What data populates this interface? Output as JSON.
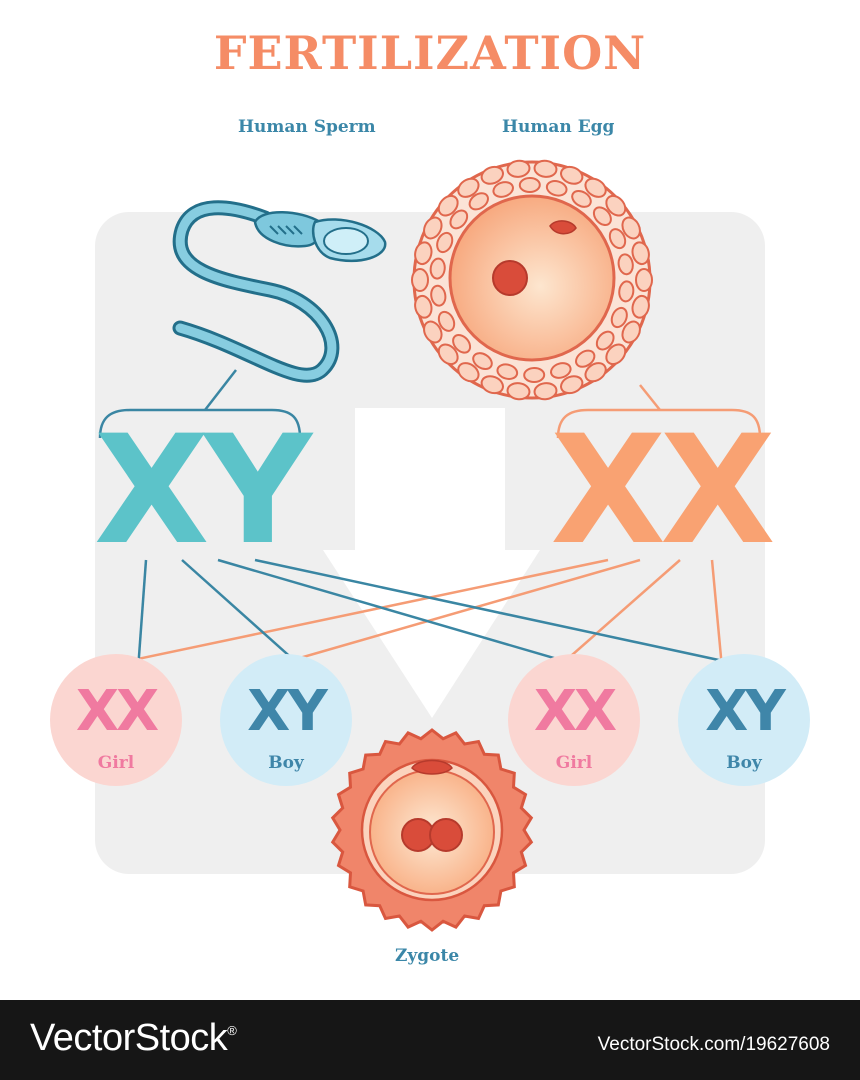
{
  "title": "FERTILIZATION",
  "labels": {
    "sperm": "Human Sperm",
    "egg": "Human Egg",
    "zygote": "Zygote"
  },
  "parents": {
    "father": "XY",
    "mother": "XX"
  },
  "offspring": [
    {
      "chromosomes": "XX",
      "label": "Girl"
    },
    {
      "chromosomes": "XY",
      "label": "Boy"
    },
    {
      "chromosomes": "XX",
      "label": "Girl"
    },
    {
      "chromosomes": "XY",
      "label": "Boy"
    }
  ],
  "colors": {
    "title": "#f58c66",
    "male": "#5cc3c9",
    "female": "#f9a272",
    "male_line": "#3a86a3",
    "female_line": "#f59c75",
    "girl_fill": "#fbd6d1",
    "girl_text": "#f07aa0",
    "boy_fill": "#d2ecf7",
    "boy_text": "#3f86a9",
    "egg": "#f0856a",
    "panel": "#efefef"
  },
  "watermark": {
    "logo": "VectorStock",
    "reg": "®",
    "url": "VectorStock.com/19627608"
  }
}
